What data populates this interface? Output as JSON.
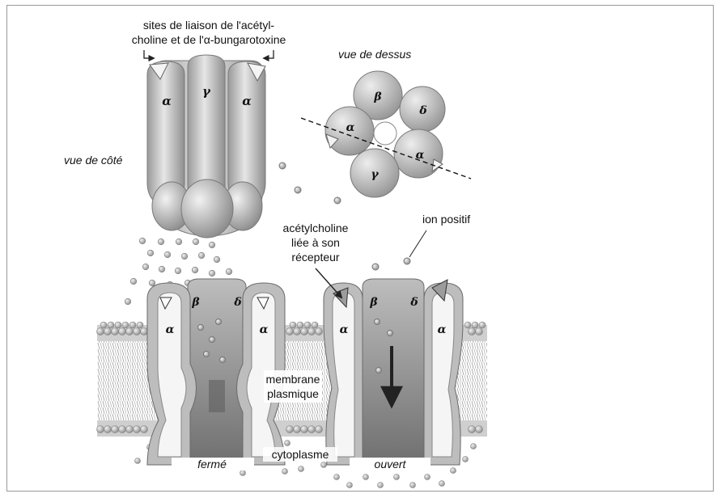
{
  "colors": {
    "frame_border": "#9a9a9a",
    "protein_fill": "#c8c8c8",
    "protein_dark": "#8a8a8a",
    "membrane_head": "#b5b5b5",
    "ion_fill": "#a8a8a8",
    "arrow": "#222222"
  },
  "labels": {
    "binding_sites_line1": "sites de liaison de l'acétyl-",
    "binding_sites_line2": "choline et de l'α-bungarotoxine",
    "side_view": "vue de côté",
    "top_view": "vue de dessus",
    "acetylcholine_line1": "acétylcholine",
    "acetylcholine_line2": "liée à son",
    "acetylcholine_line3": "récepteur",
    "positive_ion": "ion positif",
    "membrane_line1": "membrane",
    "membrane_line2": "plasmique",
    "cytoplasm": "cytoplasme",
    "closed": "fermé",
    "open": "ouvert"
  },
  "subunits": {
    "alpha": "α",
    "beta": "β",
    "gamma": "γ",
    "delta": "δ"
  }
}
